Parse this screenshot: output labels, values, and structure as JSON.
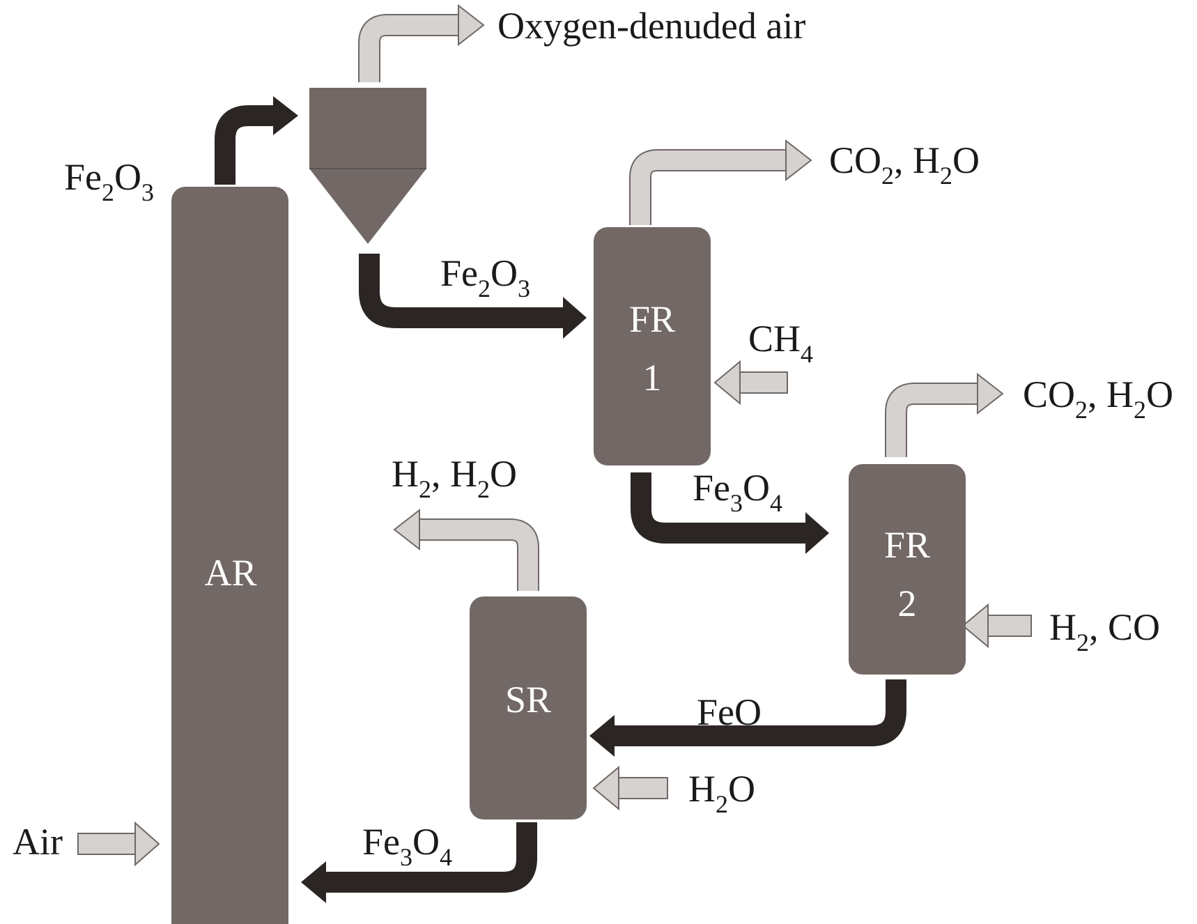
{
  "colors": {
    "vessel": "#726866",
    "solid_stream": "#2b2624",
    "gas_stream": "#d6d2d0",
    "gas_stream_edge": "#6e6866",
    "label": "#1a1a1a",
    "vessel_label": "#ffffff"
  },
  "reactors": {
    "ar": "AR",
    "fr1_line1": "FR",
    "fr1_line2": "1",
    "fr2_line1": "FR",
    "fr2_line2": "2",
    "sr": "SR"
  },
  "streams": {
    "oxygen_denuded_air": "Oxygen-denuded air",
    "fe2o3_riser": {
      "base1": "Fe",
      "sub1": "2",
      "base2": "O",
      "sub2": "3"
    },
    "fe2o3_to_fr1": {
      "base1": "Fe",
      "sub1": "2",
      "base2": "O",
      "sub2": "3"
    },
    "fr1_gas_out": {
      "base1": "CO",
      "sub1": "2",
      "base2": ", H",
      "sub2": "2",
      "base3": "O"
    },
    "ch4_in": {
      "base1": "CH",
      "sub1": "4"
    },
    "fe3o4_to_fr2": {
      "base1": "Fe",
      "sub1": "3",
      "base2": "O",
      "sub2": "4"
    },
    "fr2_gas_out": {
      "base1": "CO",
      "sub1": "2",
      "base2": ", H",
      "sub2": "2",
      "base3": "O"
    },
    "h2_co_in": {
      "base1": "H",
      "sub1": "2",
      "base2": ", CO"
    },
    "sr_gas_out": {
      "base1": "H",
      "sub1": "2",
      "base2": ", H",
      "sub2": "2",
      "base3": "O"
    },
    "feo_to_sr": "FeO",
    "h2o_in": {
      "base1": "H",
      "sub1": "2",
      "base2": "O"
    },
    "fe3o4_to_ar": {
      "base1": "Fe",
      "sub1": "3",
      "base2": "O",
      "sub2": "4"
    },
    "air_in": "Air"
  }
}
